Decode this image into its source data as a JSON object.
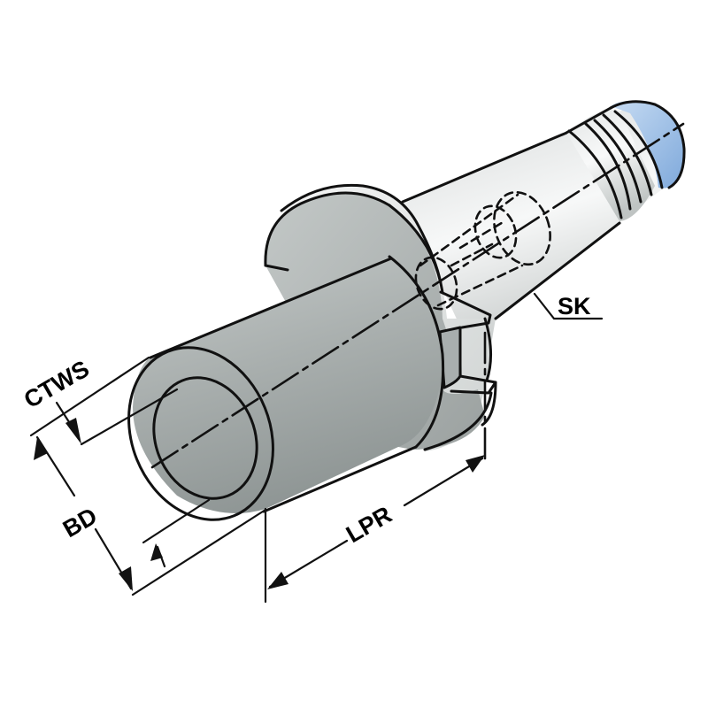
{
  "diagram": {
    "subject": "SK taper tool holder adapter",
    "labels": {
      "ctws": "CTWS",
      "bd": "BD",
      "lpr": "LPR",
      "sk": "SK"
    },
    "colors": {
      "background": "#ffffff",
      "body_dark": "#9aa1a0",
      "body_mid": "#b9bfbe",
      "body_light": "#e9ecec",
      "taper_light": "#f2f3f3",
      "taper_shade": "#c8cccc",
      "bore_inner": "#d4d8d7",
      "ring_blue": "#8fb6e3",
      "ring_blue_light": "#c7dcf3",
      "line": "#111111"
    }
  }
}
